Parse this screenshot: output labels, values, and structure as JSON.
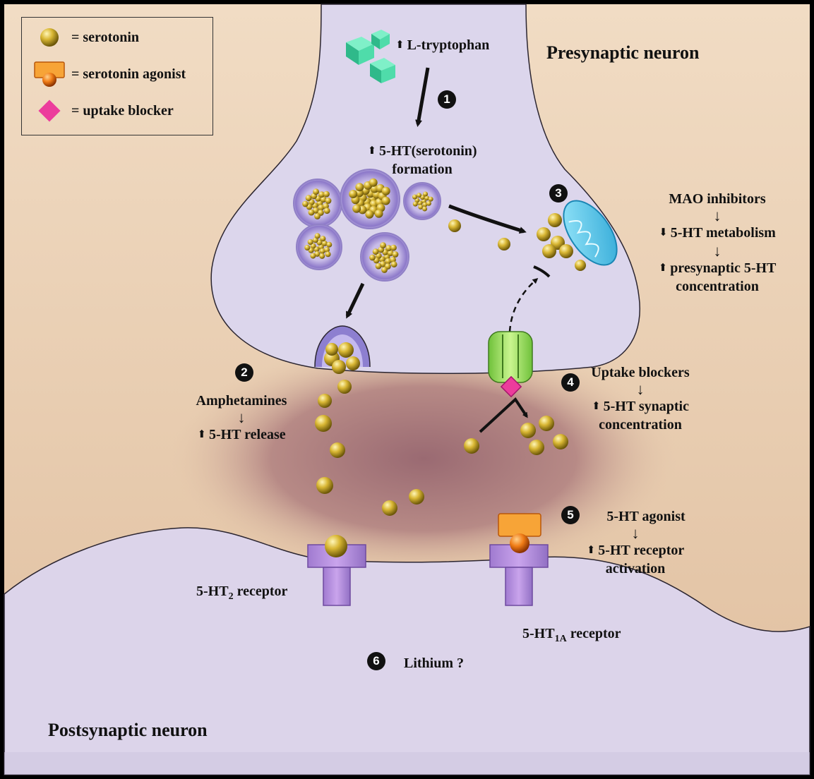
{
  "legend": {
    "serotonin": "= serotonin",
    "agonist": "= serotonin agonist",
    "blocker": "= uptake blocker"
  },
  "labels": {
    "tryptophan": "L-tryptophan",
    "presynaptic": "Presynaptic neuron",
    "postsynaptic": "Postsynaptic neuron",
    "formation_line1": "5-HT(serotonin)",
    "formation_line2": "formation",
    "mao": "MAO inhibitors",
    "metabolism": "5-HT metabolism",
    "presyn_conc_line1": "presynaptic 5-HT",
    "presyn_conc_line2": "concentration",
    "amphetamines": "Amphetamines",
    "release": "5-HT release",
    "uptake_blockers": "Uptake blockers",
    "synaptic_conc_line1": "5-HT synaptic",
    "synaptic_conc_line2": "concentration",
    "agonist": "5-HT agonist",
    "receptor_act_line1": "5-HT receptor",
    "receptor_act_line2": "activation",
    "ht2_prefix": "5-HT",
    "ht2_sub": "2",
    "ht2_suffix": " receptor",
    "ht1a_prefix": "5-HT",
    "ht1a_sub": "1A",
    "ht1a_suffix": " receptor",
    "lithium": "Lithium ?"
  },
  "steps": [
    "1",
    "2",
    "3",
    "4",
    "5",
    "6"
  ],
  "colors": {
    "extracellular": "#e9cfb1",
    "cleft": "#b78a86",
    "neuron": "#dcd6ec",
    "serotonin": "#d6b732",
    "agonist": "#f08a1c",
    "blocker": "#ec3c9c",
    "receptor": "#b58ad8",
    "transporter": "#9fe05a",
    "mitochondrion": "#4fc6ea",
    "tryptophan": "#3fd3a1"
  }
}
